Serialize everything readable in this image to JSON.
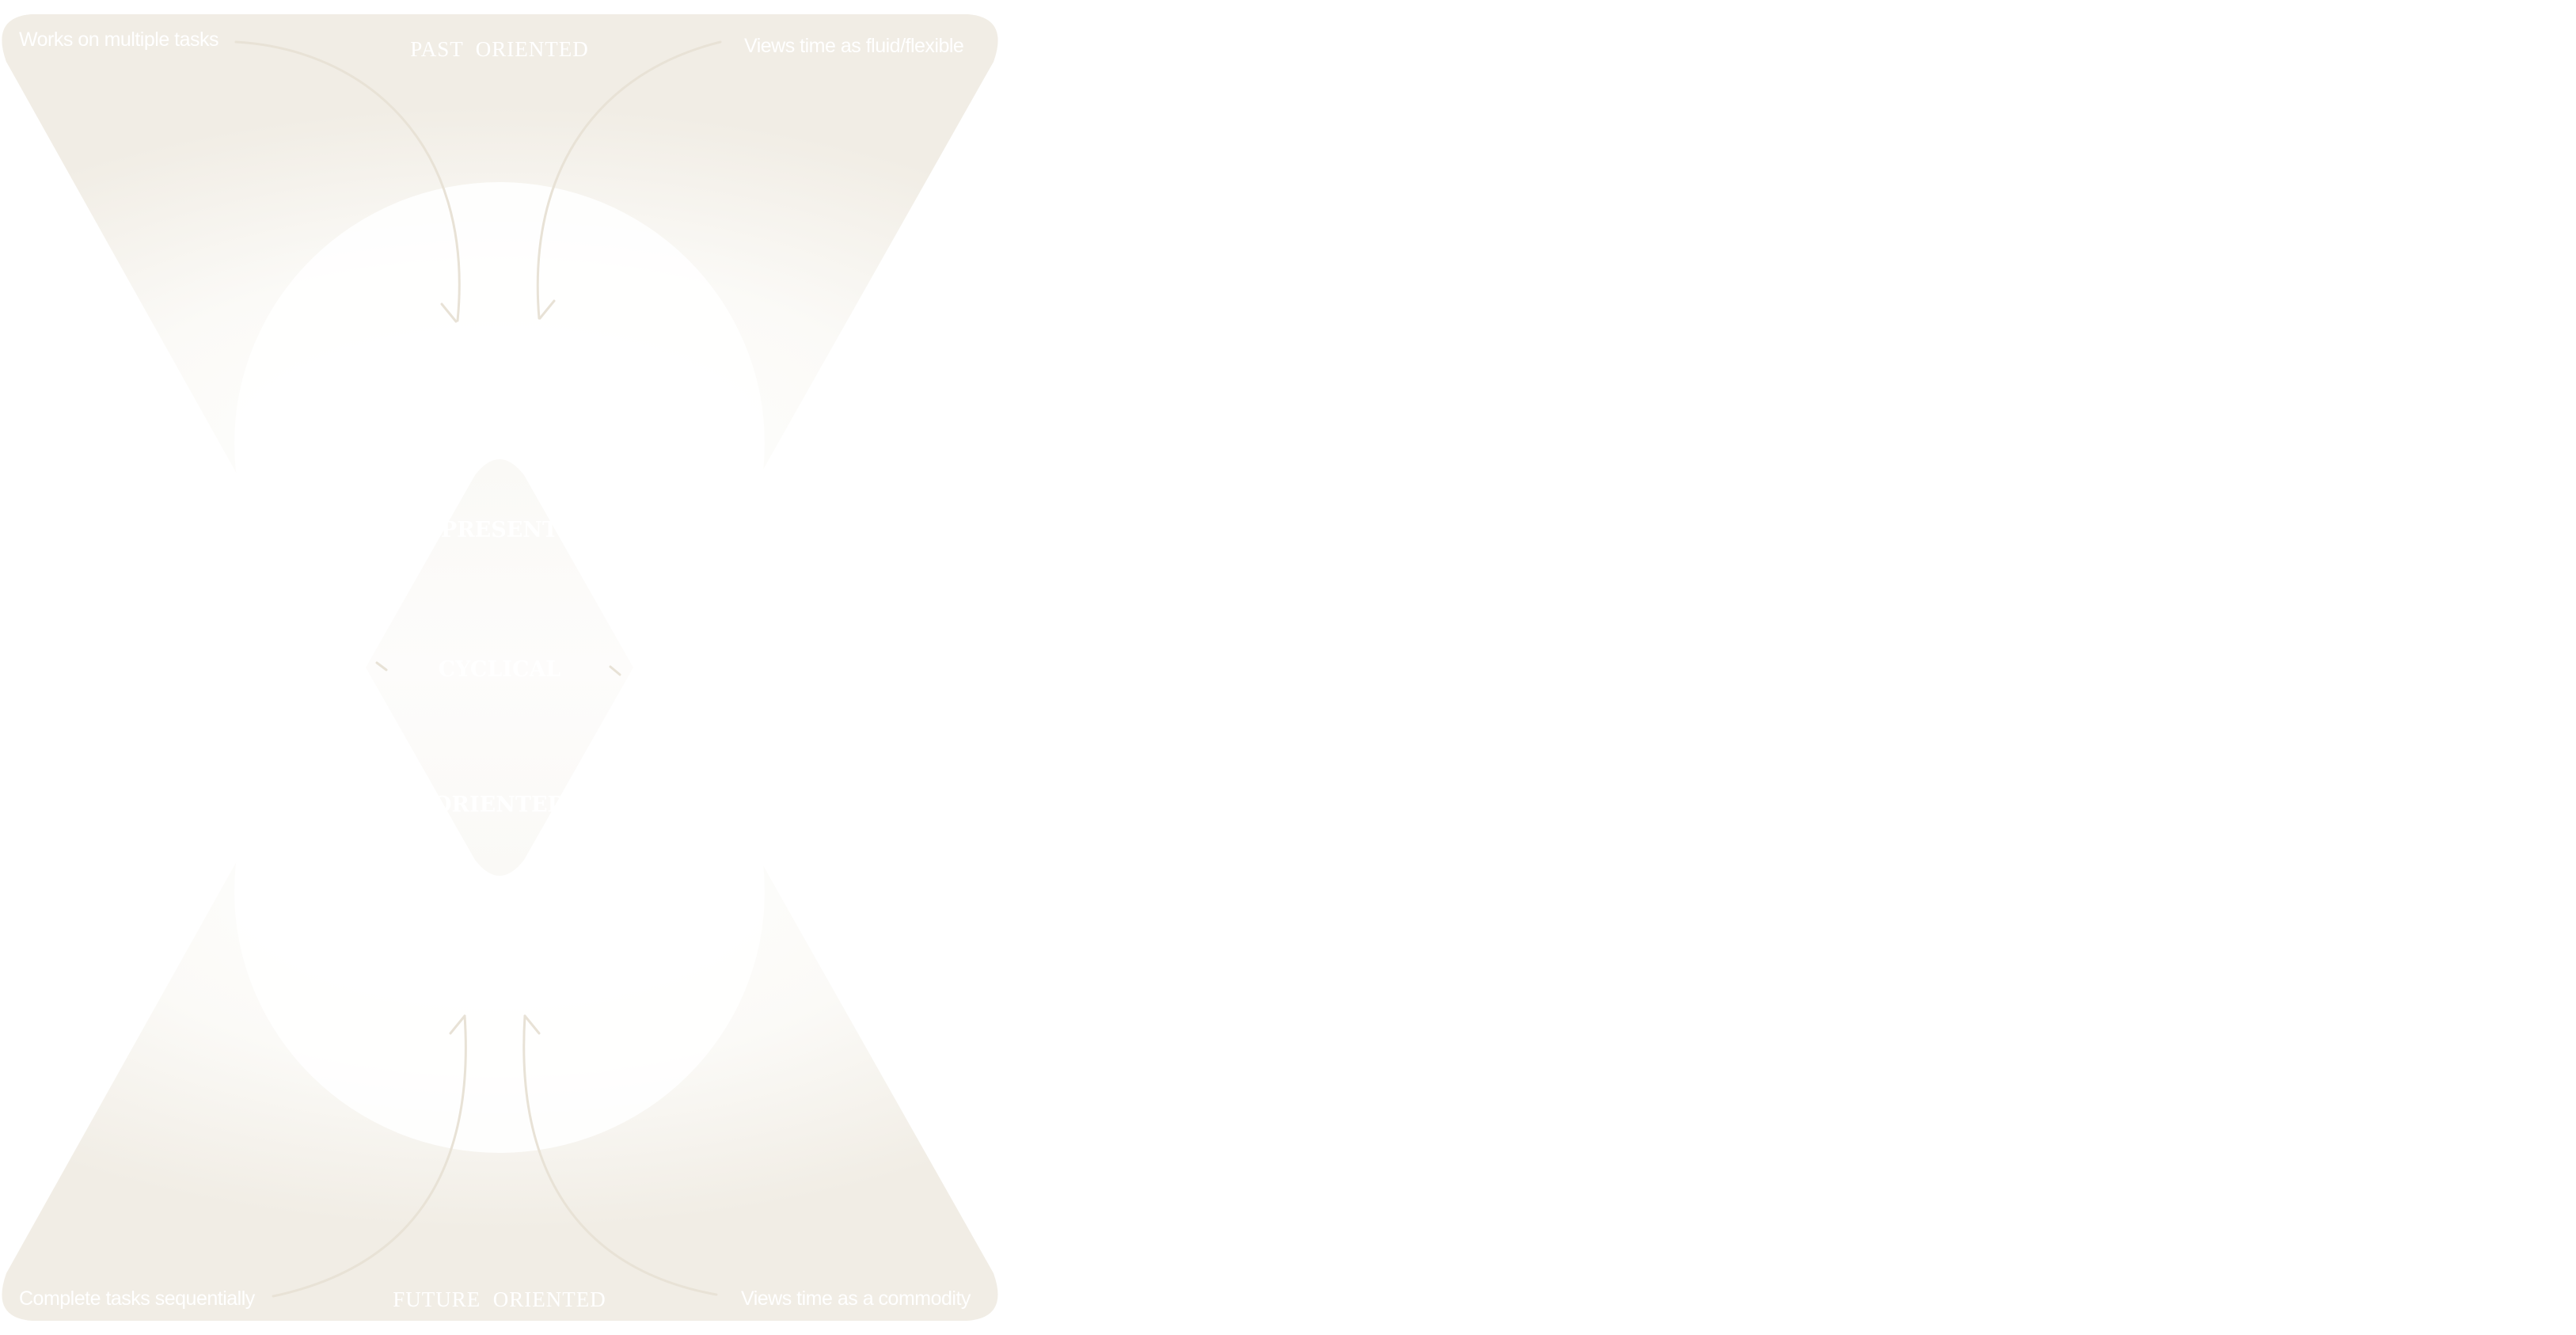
{
  "diagram": {
    "title": "Time orientation diagram",
    "axes": {
      "top": "PAST  ORIENTED",
      "center_line1": "PRESENT",
      "center_line2": "CYCLICAL",
      "center_line3": "ORIENTED",
      "bottom": "FUTURE  ORIENTED"
    },
    "corners": {
      "top_left": "Works on multiple tasks",
      "top_right": "Views time as fluid/flexible",
      "bottom_left": "Complete tasks sequentially",
      "bottom_right": "Views time as a commodity"
    },
    "arrows": [
      {
        "from": "top_left",
        "to": "center",
        "icon": "curved-arrow-down"
      },
      {
        "from": "top_right",
        "to": "center",
        "icon": "curved-arrow-down"
      },
      {
        "from": "bottom_left",
        "to": "center",
        "icon": "curved-arrow-up"
      },
      {
        "from": "bottom_right",
        "to": "center",
        "icon": "curved-arrow-up"
      },
      {
        "from": "left",
        "to": "center",
        "icon": "arrow-right"
      },
      {
        "from": "right",
        "to": "center",
        "icon": "arrow-left"
      }
    ],
    "colors": {
      "shape_fill": "#f3f0ea",
      "arrow_stroke": "#e8e2d6",
      "text": "#ffffff",
      "background": "#ffffff"
    }
  }
}
